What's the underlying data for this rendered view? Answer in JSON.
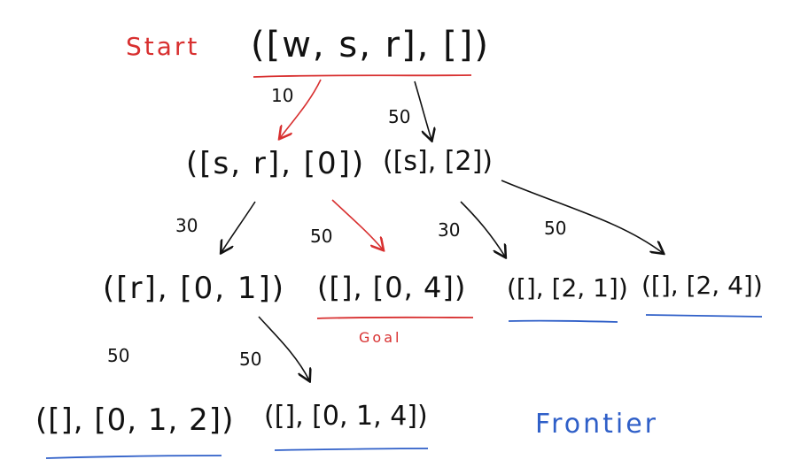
{
  "start_label": "Start",
  "goal_label": "Goal",
  "frontier_label": "Frontier",
  "nodes": {
    "root": "([w, s, r], [])",
    "n_s_r_0": "([s, r], [0])",
    "n_s_2": "([s], [2])",
    "n_r_01": "([r], [0, 1])",
    "n_e_04": "([], [0, 4])",
    "n_e_21": "([], [2, 1])",
    "n_e_24": "([], [2, 4])",
    "n_e_012": "([], [0, 1, 2])",
    "n_e_014": "([], [0, 1, 4])"
  },
  "edges": {
    "root_to_sr0": "10",
    "root_to_s2": "50",
    "sr0_to_r01": "30",
    "sr0_to_e04": "50",
    "s2_to_e21": "30",
    "s2_to_e24": "50",
    "r01_to_e012": "50",
    "r01_to_e014": "50"
  },
  "colors": {
    "ink": "#111111",
    "highlight": "#d83030",
    "frontier": "#2f5fc8"
  }
}
